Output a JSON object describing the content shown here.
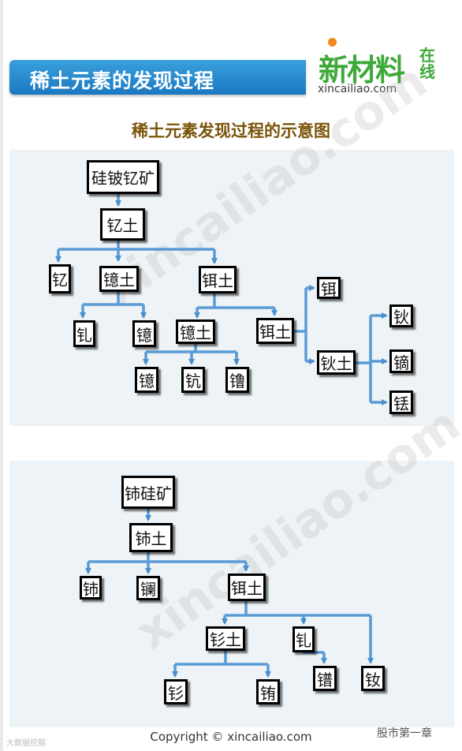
{
  "header": {
    "title": "稀土元素的发现过程"
  },
  "logo": {
    "name": "新材料",
    "badge": "在线",
    "url": "xincailiao.com"
  },
  "subtitle": "稀土元素发现过程的示意图",
  "watermark": "xincailiao.com",
  "tree1": {
    "gadolinite": "硅铍钇矿",
    "yttria": "钇土",
    "yttrium": "钇",
    "ytterbia": "镱土",
    "erbia": "铒土",
    "gadolinium": "钆",
    "ytterbium": "镱",
    "ytterbia2": "镱土",
    "erbia2": "铒土",
    "ytterbium2": "镱",
    "lutetium": "钪",
    "lutetium2": "镥",
    "erbium": "铒",
    "holmia": "钬土",
    "holmium": "钬",
    "dysprosium": "镝",
    "thulium": "铥"
  },
  "tree2": {
    "cerite": "铈硅矿",
    "ceria": "铈土",
    "cerium": "铈",
    "lanthanum": "镧",
    "erbia": "铒土",
    "samaria": "钐土",
    "samarium": "钐",
    "europium": "铕",
    "gadolinium": "钆",
    "praseodymium": "镨",
    "neodymium": "钕"
  },
  "footer": {
    "copyright": "Copyright © xincailiao.com",
    "source_left": "大数据挖掘",
    "source_right": "股市第一章"
  }
}
